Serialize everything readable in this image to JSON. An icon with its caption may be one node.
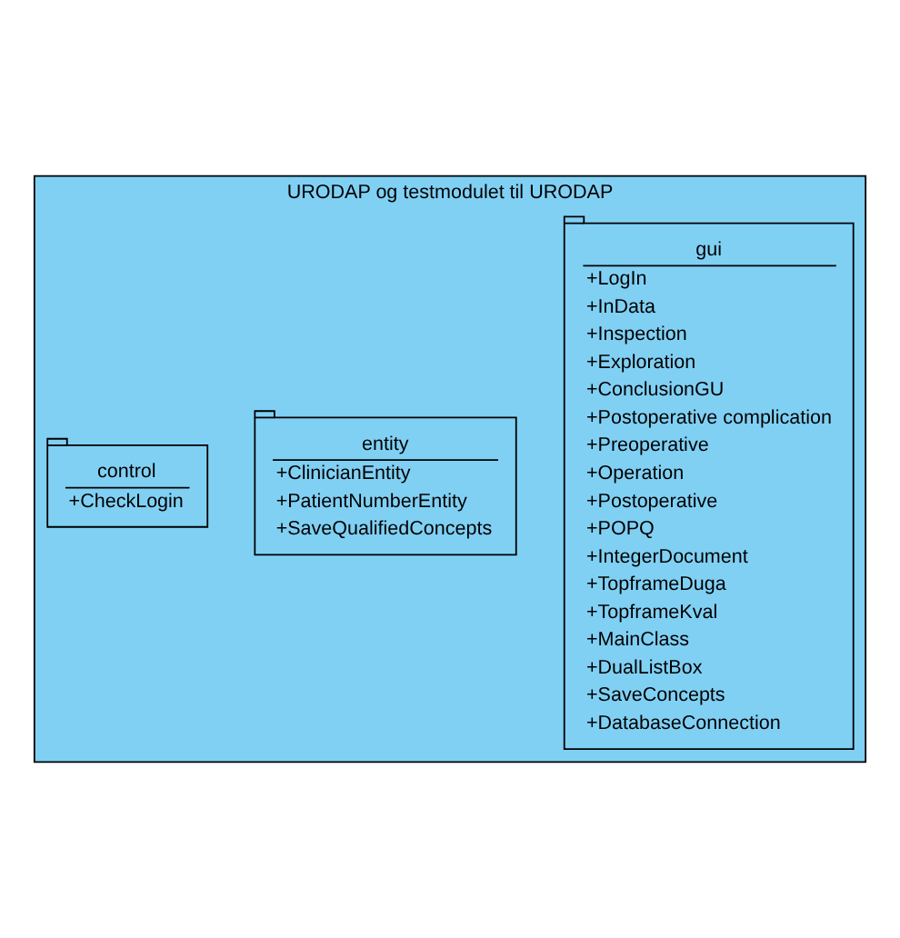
{
  "diagram": {
    "nodes": [
      {
        "text": [
          "URODAP og testmodulet til URODAP"
        ]
      },
      {
        "text": [
          "gui",
          "+LogIn",
          "+InData",
          "+Inspection",
          "+Exploration",
          "+ConclusionGU",
          "+Postoperative complication",
          "+Preoperative",
          "+Operation",
          "+Postoperative",
          "+POPQ",
          "+IntegerDocument",
          "+TopframeDuga",
          "+TopframeKval",
          "+MainClass",
          "+DualListBox",
          "+SaveConcepts",
          "+DatabaseConnection"
        ],
        "in": 0
      },
      {
        "text": [
          "entity",
          "+ClinicianEntity",
          "+PatientNumberEntity",
          "+SaveQualifiedConcepts"
        ],
        "in": 0
      },
      {
        "text": [
          "control",
          "+CheckLogin"
        ],
        "in": 0
      }
    ],
    "edges": []
  }
}
